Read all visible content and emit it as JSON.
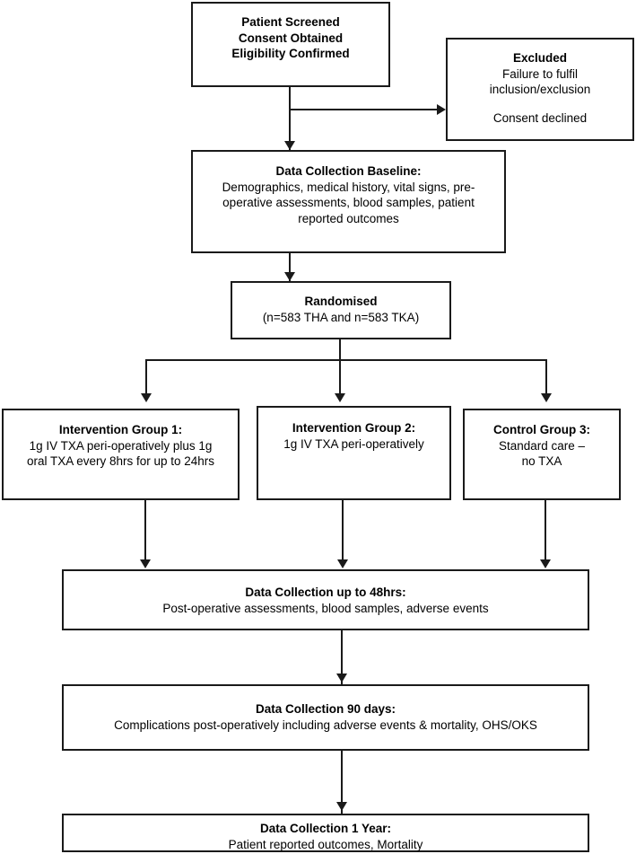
{
  "diagram": {
    "title": "Clinical trial participant flow diagram",
    "line_color": "#1a1a1a",
    "background": "#ffffff",
    "nodes": {
      "screened": {
        "heading": "Patient Screened",
        "line2": "Consent Obtained",
        "line3": "Eligibility Confirmed"
      },
      "excluded": {
        "heading": "Excluded",
        "line2": "Failure to fulfil",
        "line3": "inclusion/exclusion",
        "line4": "Consent declined"
      },
      "baseline": {
        "heading": "Data Collection Baseline:",
        "line2": "Demographics, medical history, vital signs, pre-",
        "line3": "operative assessments, blood samples, patient",
        "line4": "reported outcomes"
      },
      "randomised": {
        "heading": "Randomised",
        "line2": "(n=583 THA and n=583 TKA)"
      },
      "group1": {
        "heading": "Intervention Group 1:",
        "line2": "1g IV TXA peri-operatively plus 1g",
        "line3": "oral TXA every 8hrs for up to 24hrs"
      },
      "group2": {
        "heading": "Intervention Group 2:",
        "line2": "1g IV TXA peri-operatively"
      },
      "group3": {
        "heading": "Control Group 3:",
        "line2": "Standard care –",
        "line3": "no TXA"
      },
      "collection48": {
        "heading": "Data Collection up to 48hrs:",
        "line2": "Post-operative assessments, blood samples, adverse events"
      },
      "collection90": {
        "heading": "Data Collection 90 days:",
        "line2": "Complications post-operatively including adverse events & mortality, OHS/OKS"
      },
      "collection1y": {
        "heading": "Data Collection 1 Year:",
        "line2": "Patient reported outcomes, Mortality"
      }
    }
  }
}
